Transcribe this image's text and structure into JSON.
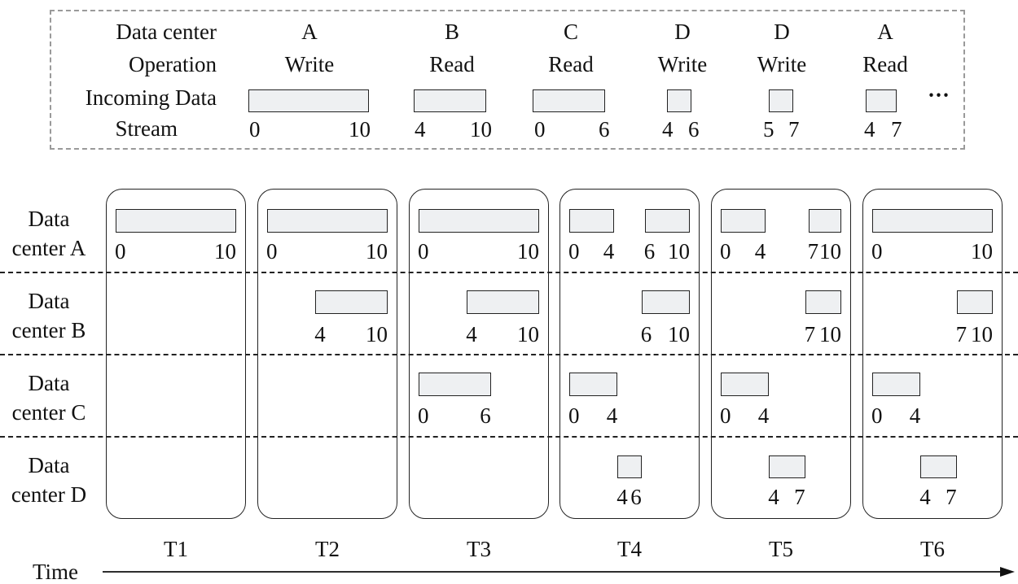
{
  "header": {
    "row_labels": [
      "Data center",
      "Operation",
      "Incoming Data",
      "Stream"
    ],
    "columns": [
      {
        "dc": "A",
        "op": "Write",
        "start": "0",
        "end": "10"
      },
      {
        "dc": "B",
        "op": "Read",
        "start": "4",
        "end": "10"
      },
      {
        "dc": "C",
        "op": "Read",
        "start": "0",
        "end": "6"
      },
      {
        "dc": "D",
        "op": "Write",
        "start": "4",
        "end": "6"
      },
      {
        "dc": "D",
        "op": "Write",
        "start": "5",
        "end": "7"
      },
      {
        "dc": "A",
        "op": "Read",
        "start": "4",
        "end": "7"
      }
    ],
    "ellipsis": "···"
  },
  "rows": [
    {
      "line1": "Data",
      "line2": "center A"
    },
    {
      "line1": "Data",
      "line2": "center B"
    },
    {
      "line1": "Data",
      "line2": "center C"
    },
    {
      "line1": "Data",
      "line2": "center D"
    }
  ],
  "timesteps": [
    "T1",
    "T2",
    "T3",
    "T4",
    "T5",
    "T6"
  ],
  "time_label": "Time",
  "cells": [
    {
      "ts": 0,
      "row": 0,
      "segs": [
        {
          "s": "0",
          "e": "10"
        }
      ]
    },
    {
      "ts": 1,
      "row": 0,
      "segs": [
        {
          "s": "0",
          "e": "10"
        }
      ]
    },
    {
      "ts": 1,
      "row": 1,
      "segs": [
        {
          "s": "4",
          "e": "10"
        }
      ]
    },
    {
      "ts": 2,
      "row": 0,
      "segs": [
        {
          "s": "0",
          "e": "10"
        }
      ]
    },
    {
      "ts": 2,
      "row": 1,
      "segs": [
        {
          "s": "4",
          "e": "10"
        }
      ]
    },
    {
      "ts": 2,
      "row": 2,
      "segs": [
        {
          "s": "0",
          "e": "6"
        }
      ]
    },
    {
      "ts": 3,
      "row": 0,
      "segs": [
        {
          "s": "0",
          "e": "4"
        },
        {
          "s": "6",
          "e": "10"
        }
      ]
    },
    {
      "ts": 3,
      "row": 1,
      "segs": [
        {
          "s": "6",
          "e": "10"
        }
      ]
    },
    {
      "ts": 3,
      "row": 2,
      "segs": [
        {
          "s": "0",
          "e": "4"
        }
      ]
    },
    {
      "ts": 3,
      "row": 3,
      "segs": [
        {
          "s": "4",
          "e": "6"
        }
      ]
    },
    {
      "ts": 4,
      "row": 0,
      "segs": [
        {
          "s": "0",
          "e": "4"
        },
        {
          "s": "7",
          "e": "10"
        }
      ]
    },
    {
      "ts": 4,
      "row": 1,
      "segs": [
        {
          "s": "7",
          "e": "10"
        }
      ]
    },
    {
      "ts": 4,
      "row": 2,
      "segs": [
        {
          "s": "0",
          "e": "4"
        }
      ]
    },
    {
      "ts": 4,
      "row": 3,
      "segs": [
        {
          "s": "4",
          "e": "7"
        }
      ]
    },
    {
      "ts": 5,
      "row": 0,
      "segs": [
        {
          "s": "0",
          "e": "10"
        }
      ]
    },
    {
      "ts": 5,
      "row": 1,
      "segs": [
        {
          "s": "7",
          "e": "10"
        }
      ]
    },
    {
      "ts": 5,
      "row": 2,
      "segs": [
        {
          "s": "0",
          "e": "4"
        }
      ]
    },
    {
      "ts": 5,
      "row": 3,
      "segs": [
        {
          "s": "4",
          "e": "7"
        }
      ]
    }
  ]
}
